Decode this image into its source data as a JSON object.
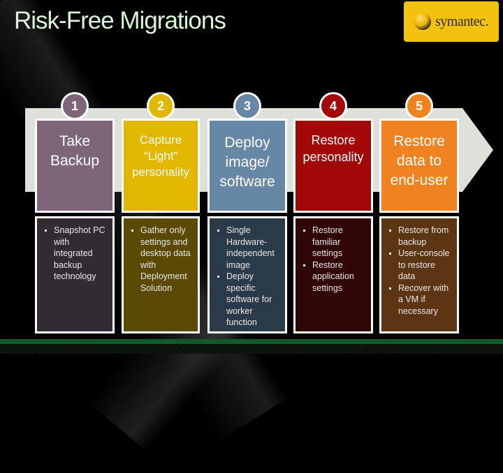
{
  "slide": {
    "title": "Risk-Free Migrations",
    "logo": {
      "text": "symantec.",
      "icon": "symantec-logo-icon",
      "bg_color": "#f3c20f"
    }
  },
  "process": {
    "band_color": "#e0e0da",
    "steps": [
      {
        "number": "1",
        "title": "Take Backup",
        "title_lines": [
          "Take",
          "Backup"
        ],
        "color": "#7e6679",
        "detail_color": "#332b33",
        "bullets": [
          "Snapshot PC with integrated backup technology"
        ]
      },
      {
        "number": "2",
        "title": "Capture “Light” personality",
        "title_lines": [
          "Capture",
          "“Light”",
          "personality"
        ],
        "color": "#e1b700",
        "detail_color": "#5a4a06",
        "bullets": [
          "Gather only settings and desktop data with Deployment Solution"
        ]
      },
      {
        "number": "3",
        "title": "Deploy image/ software",
        "title_lines": [
          "Deploy",
          "image/",
          "software"
        ],
        "color": "#6787a6",
        "detail_color": "#2b3a48",
        "bullets": [
          "Single Hardware-independent image",
          "Deploy specific software for worker function"
        ]
      },
      {
        "number": "4",
        "title": "Restore personality",
        "title_lines": [
          "Restore",
          "personality"
        ],
        "color": "#a30808",
        "detail_color": "#300606",
        "bullets": [
          "Restore familiar settings",
          "Restore application settings"
        ]
      },
      {
        "number": "5",
        "title": "Restore data to end-user",
        "title_lines": [
          "Restore",
          "data to",
          "end-user"
        ],
        "color": "#f08320",
        "detail_color": "#5c3512",
        "bullets": [
          "Restore from backup",
          "User-console to restore data",
          "Recover with a VM if necessary"
        ]
      }
    ]
  },
  "footer": {
    "band_color": "#0f5a28"
  }
}
